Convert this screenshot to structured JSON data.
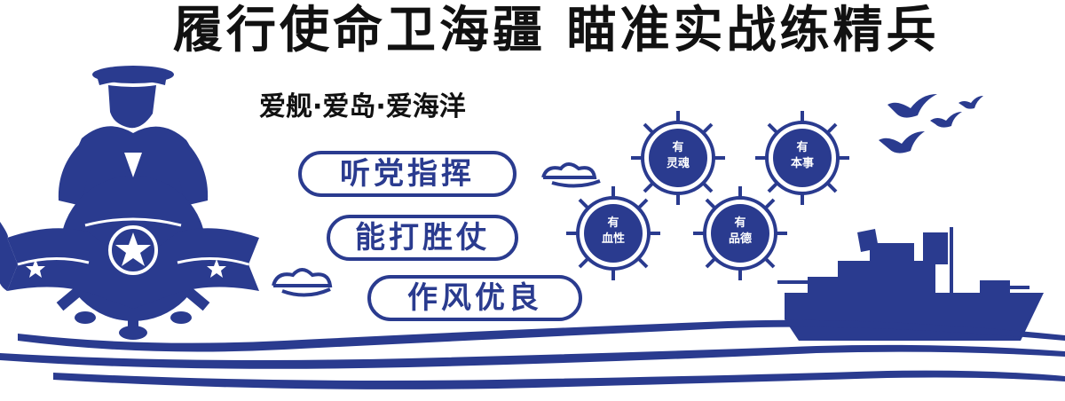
{
  "banner": {
    "title": "履行使命卫海疆 瞄准实战练精兵",
    "subtitle": "爱舰·爱岛·爱海洋",
    "color_primary": "#2a3b8f",
    "color_text": "#111111"
  },
  "slogans": [
    "听党指挥",
    "能打胜仗",
    "作风优良"
  ],
  "wheels": [
    {
      "top": "有",
      "bottom": "灵魂"
    },
    {
      "top": "有",
      "bottom": "本事"
    },
    {
      "top": "有",
      "bottom": "血性"
    },
    {
      "top": "有",
      "bottom": "品德"
    }
  ],
  "icons": [
    "sailor-helm-silhouette",
    "star-icon",
    "cloud-icon",
    "bird-icon",
    "warship-silhouette",
    "wave-lines"
  ]
}
